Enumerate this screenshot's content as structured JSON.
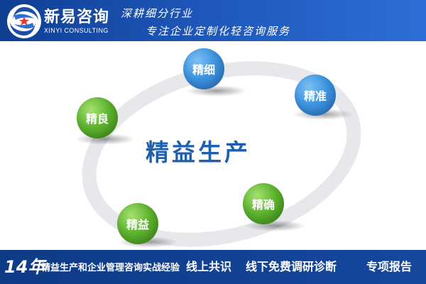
{
  "header": {
    "brand_cn": "新易咨询",
    "brand_en": "XINYI CONSULTING",
    "slogan_line1": "深耕细分行业",
    "slogan_line2": "专注企业定制化轻咨询服务"
  },
  "diagram": {
    "center_title": "精益生产",
    "nodes": [
      {
        "label": "精细",
        "color": "blue"
      },
      {
        "label": "精准",
        "color": "blue"
      },
      {
        "label": "精确",
        "color": "green"
      },
      {
        "label": "精益",
        "color": "green"
      },
      {
        "label": "精良",
        "color": "green"
      }
    ]
  },
  "footer": {
    "years": "14年",
    "experience": "精益生产和企业管理咨询实战经验",
    "item1": "线上共识",
    "item2": "线下免费调研诊断",
    "item3": "专项报告"
  }
}
